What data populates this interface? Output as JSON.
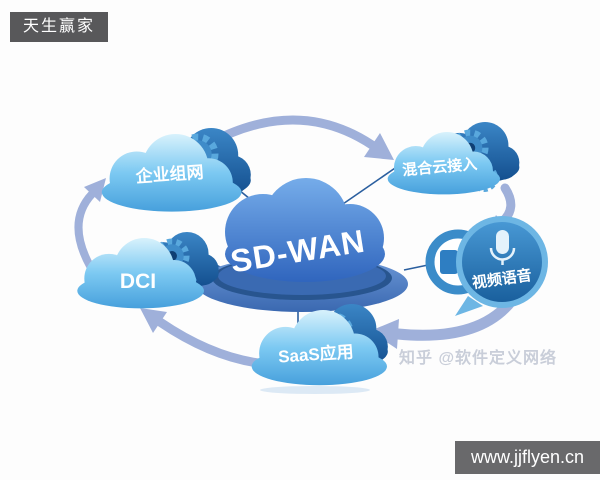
{
  "badge": {
    "label": "天生赢家",
    "bg": "#58585a"
  },
  "url_bar": {
    "label": "www.jjflyen.cn",
    "bg": "#69696b"
  },
  "watermark": {
    "label": "知乎 @软件定义网络",
    "color": "#c9ced9"
  },
  "diagram": {
    "center": {
      "label": "SD-WAN"
    },
    "nodes": [
      {
        "id": "enterprise-networking",
        "label": "企业组网"
      },
      {
        "id": "hybrid-cloud-access",
        "label": "混合云接入"
      },
      {
        "id": "video-voice",
        "label": "视频语音"
      },
      {
        "id": "saas-apps",
        "label": "SaaS应用"
      },
      {
        "id": "dci",
        "label": "DCI"
      }
    ],
    "colors": {
      "cloud_light": "#7cc9f2",
      "cloud_dark": "#1d5ea6",
      "center_cloud": "#3a74cc",
      "platform": "#4a7cc4",
      "arrow": "#9fb0da",
      "connector": "#2b5f9f"
    }
  }
}
